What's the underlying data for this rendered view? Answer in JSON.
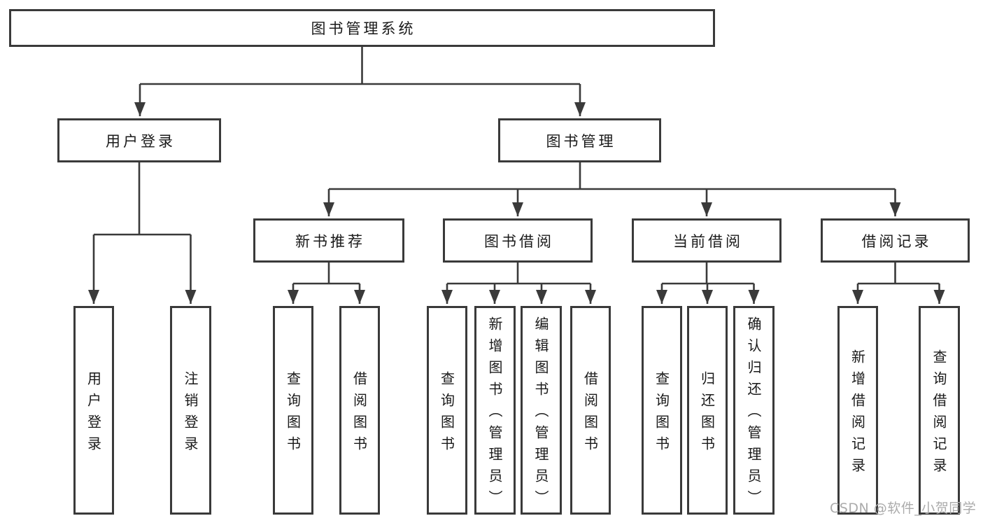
{
  "diagram": {
    "root": {
      "label": "图书管理系统"
    },
    "branches": [
      {
        "label": "用户登录",
        "children": [
          {
            "label": "用户登录"
          },
          {
            "label": "注销登录"
          }
        ]
      },
      {
        "label": "图书管理",
        "children": [
          {
            "label": "新书推荐",
            "children": [
              {
                "label": "查询图书"
              },
              {
                "label": "借阅图书"
              }
            ]
          },
          {
            "label": "图书借阅",
            "children": [
              {
                "label": "查询图书"
              },
              {
                "label": "新增图书（管理员）"
              },
              {
                "label": "编辑图书（管理员）"
              },
              {
                "label": "借阅图书"
              }
            ]
          },
          {
            "label": "当前借阅",
            "children": [
              {
                "label": "查询图书"
              },
              {
                "label": "归还图书"
              },
              {
                "label": "确认归还（管理员）"
              }
            ]
          },
          {
            "label": "借阅记录",
            "children": [
              {
                "label": "新增借阅记录"
              },
              {
                "label": "查询借阅记录"
              }
            ]
          }
        ]
      }
    ]
  },
  "watermark": {
    "text": "CSDN @软件_小贺同学"
  },
  "colors": {
    "line": "#3a3a3a",
    "text": "#1a1a1a",
    "watermark": "#ababab",
    "background": "#ffffff"
  }
}
